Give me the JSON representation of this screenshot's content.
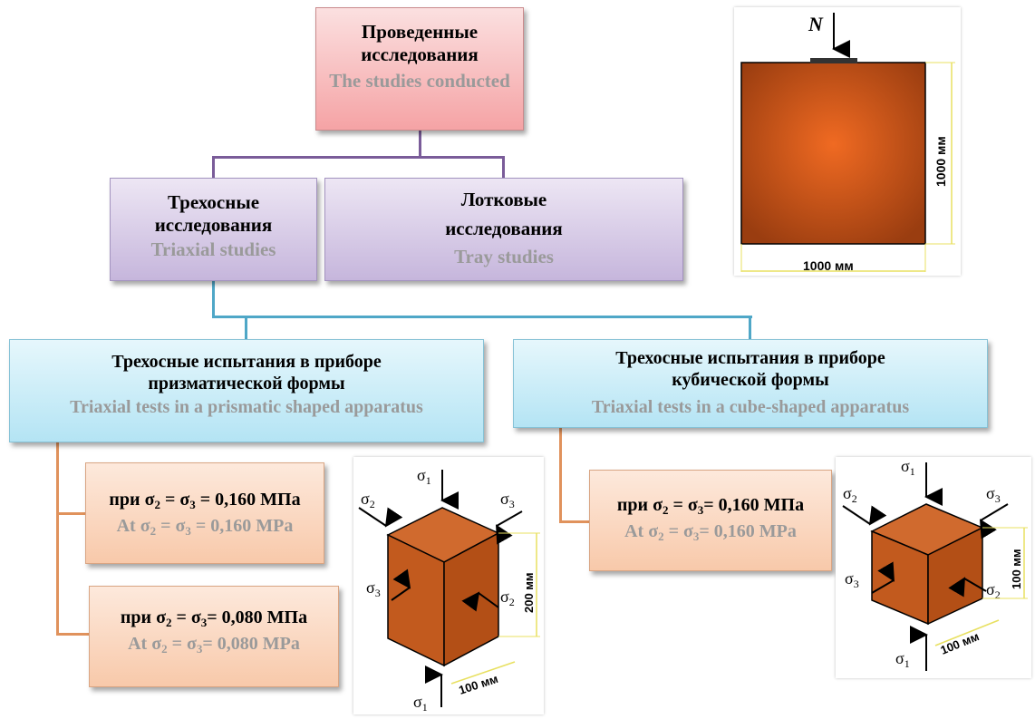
{
  "root": {
    "ru": "Проведенные исследования",
    "en": "The studies conducted"
  },
  "triaxial": {
    "ru": "Трехосные исследования",
    "en": "Triaxial studies"
  },
  "tray": {
    "ru": "Лотковые исследования",
    "en": "Tray studies"
  },
  "prismatic": {
    "ru": "Трехосные испытания в приборе призматической формы",
    "en": "Triaxial tests in a prismatic shaped apparatus"
  },
  "cubic": {
    "ru": "Трехосные испытания в приборе кубической формы",
    "en": "Triaxial tests in a cube-shaped apparatus"
  },
  "cond_prism_1": {
    "ru_pre": "при σ",
    "ru_mid": " = σ",
    "ru_post": " = 0,160 МПа",
    "en_pre": "At σ",
    "en_mid": " = σ",
    "en_post": " = 0,160 MPa"
  },
  "cond_prism_2": {
    "ru_pre": "при σ",
    "ru_mid": " = σ",
    "ru_post": "= 0,080 МПа",
    "en_pre": "At σ",
    "en_mid": " = σ",
    "en_post": "= 0,080 MPa"
  },
  "cond_cube": {
    "ru_pre": "при σ",
    "ru_mid": " = σ",
    "ru_post": "= 0,160 МПа",
    "en_pre": "At σ",
    "en_mid": " = σ",
    "en_post": "= 0,160 MPa"
  },
  "sub2": "2",
  "sub3": "3",
  "tray_diagram": {
    "load": "N",
    "height": "1000 мм",
    "width": "1000 мм"
  },
  "prism_diagram": {
    "sigma": "σ",
    "s1": "1",
    "s2": "2",
    "s3": "3",
    "height": "200 мм",
    "width": "100 мм"
  },
  "cube_diagram": {
    "sigma": "σ",
    "s1": "1",
    "s2": "2",
    "s3": "3",
    "height": "100 мм",
    "width": "100 мм"
  },
  "colors": {
    "root": "#f5a3a5",
    "level2": "#c6b6dc",
    "level3": "#b4e4f4",
    "conditions": "#f8c9aa",
    "soil": "#c0541c"
  }
}
